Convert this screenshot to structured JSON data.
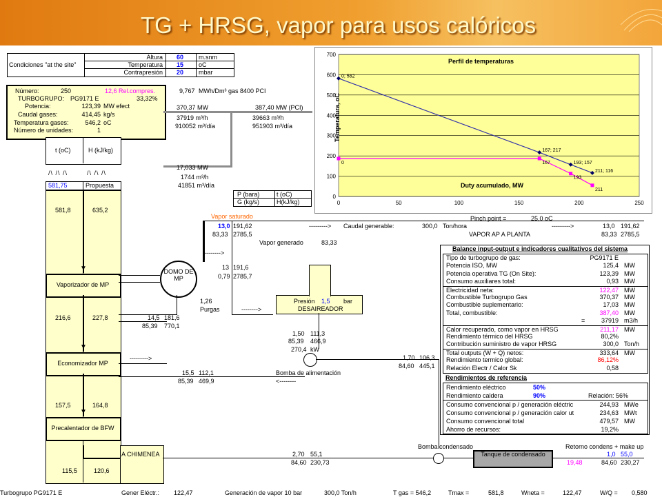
{
  "header": {
    "title": "TG + HRSG, vapor para usos calóricos"
  },
  "site": {
    "label": "Condiciones \"at the site\"",
    "rows": [
      {
        "name": "Altura",
        "value": "60",
        "unit": "m.snm"
      },
      {
        "name": "Temperatura",
        "value": "15",
        "unit": "oC"
      },
      {
        "name": "Contrapresión",
        "value": "20",
        "unit": "mbar"
      }
    ]
  },
  "turbo": {
    "numero_label": "Número:",
    "numero": "250",
    "rel": "12,6 Rel.compres.",
    "tg_label": "TURBOGRUPO:",
    "tg": "PG9171 E",
    "eff": "33,32%",
    "pot_label": "Potencia:",
    "pot": "123,39",
    "pot_unit": "MW efect",
    "caudal_label": "Caudal gases:",
    "caudal": "414,45",
    "caudal_unit": "kg/s",
    "tgas_label": "Temperatura gases:",
    "tgas": "546,2",
    "tgas_unit": "oC",
    "nu_label": "Número de unidades:",
    "nu": "1",
    "mwh": "9,767",
    "mwh_unit": "MWh/Dm³ gas 8400 PCI",
    "mw1": "370,37 MW",
    "mw2": "387,40 MW (PCI)",
    "m3h1": "37919  m³/h",
    "m3h2": "39663  m³/h",
    "dia1": "910052  m³/día",
    "dia2": "951903  m³/día"
  },
  "cols": {
    "t": "t (oC)",
    "h": "H (kJ/kg)"
  },
  "aux": {
    "mw": "17,033 MW",
    "m3h": "1744  m³/h",
    "dia": "41851  m³/día",
    "prop_val": "581,75",
    "prop_label": "Propuesta"
  },
  "legend": {
    "p": "P (bara)",
    "t": "t (oC)",
    "g": "G (kg/s)",
    "h": "H(kJ/kg)"
  },
  "chart_data": {
    "type": "line",
    "title": "Perfil de temperaturas",
    "xlabel": "Duty acumulado, MW",
    "ylabel": "Temperatura, oC",
    "xlim": [
      0,
      250
    ],
    "ylim": [
      0,
      700
    ],
    "xticks": [
      0,
      50,
      100,
      150,
      200,
      250
    ],
    "yticks": [
      0,
      100,
      200,
      300,
      400,
      500,
      600,
      700
    ],
    "grid": true,
    "series": [
      {
        "name": "",
        "color": "#3333aa",
        "x": [
          0,
          167,
          193,
          211
        ],
        "y": [
          582,
          217,
          157,
          116
        ],
        "labels": [
          "0; 582",
          "167; 217",
          "193; 157",
          "211; 116"
        ]
      },
      {
        "name": "",
        "color": "#ff00ff",
        "x": [
          0,
          167,
          193,
          211
        ],
        "y": [
          187,
          187,
          113,
          55
        ],
        "labels": [
          "0",
          "167",
          "193",
          "211"
        ]
      }
    ]
  },
  "flow": {
    "t1": "581,8",
    "h1": "635,2",
    "vap_sat": "Vapor saturado",
    "p_main": "13,0",
    "t_main": "191,62",
    "g_main": "83,33",
    "h_main": "2785,5",
    "arrow1": "--------->",
    "caudal_label": "Caudal generable:",
    "caudal_val": "300,0",
    "caudal_unit": "Ton/hora",
    "pinch_label": "Pinch point =",
    "pinch_val": "25,0 oC",
    "arrow2": "--------->",
    "p_out": "13,0",
    "t_out": "191,62",
    "vapor_ap": "VAPOR AP A PLANTA",
    "g_out": "83,33",
    "h_out": "2785,5",
    "vap_gen_label": "Vapor generado",
    "vap_gen": "83,33",
    "arrow3": "-------->",
    "domo_p": "13",
    "domo_t": "191,6",
    "domo_g": "0,79",
    "domo_h": "2785,7",
    "domo_label": "DOMO DE MP",
    "purg_val": "1,26",
    "purg_label": "Purgas",
    "arrow4": "-------->",
    "pres_label": "Presión",
    "pres_val": "1,5",
    "pres_unit": "bar",
    "desair": "DESAIREADOR",
    "vap_label": "Vaporizador de MP",
    "t2": "216,6",
    "h2": "227,8",
    "v1p": "14,5",
    "v1t": "181,6",
    "v1g": "85,39",
    "v1h": "770,1",
    "d1": "1,50",
    "d2": "111,3",
    "d3": "85,39",
    "d4": "466,9",
    "d5": "270,4",
    "d6": "kW",
    "arrow5": "--------->",
    "e1": "1,70",
    "e2": "106,3",
    "e3": "84,60",
    "e4": "445,1",
    "eco_label": "Economizador MP",
    "f1": "15,5",
    "f2": "112,1",
    "f3": "85,39",
    "f4": "469,9",
    "bomba_label": "Bomba de alimentación",
    "arrow6": "<--------",
    "t3": "157,5",
    "h3": "164,8",
    "pre_label": "Precalentador de BFW",
    "chim": "A CHIMENEA",
    "t4": "115,5",
    "h4": "120,6",
    "k1": "2,70",
    "k2": "55,1",
    "k3": "84,60",
    "k4": "230,73",
    "bomba_cond": "Bomba condensado",
    "ret_label": "Retorno condens + make up",
    "ret_p": "1,0",
    "ret_t": "55,0",
    "ret_g": "19,48",
    "ret_g2": "84,60",
    "ret_h": "230,27",
    "tanque": "Tanque de condensado"
  },
  "balance": {
    "title": "Balance input-output e indicadores cualitativos del sistema",
    "rows": [
      {
        "l": "Tipo de turbogrupo de gas:",
        "v": "PG9171 E",
        "u": "",
        "vc": ""
      },
      {
        "l": "Potencia ISO, MW",
        "v": "125,4",
        "u": "MW",
        "vc": ""
      },
      {
        "l": "Potencia operativa TG (On Site):",
        "v": "123,39",
        "u": "MW",
        "vc": ""
      },
      {
        "l": "Consumo auxiliares total:",
        "v": "0,93",
        "u": "MW",
        "vc": ""
      },
      {
        "l": "Electricidad neta:",
        "v": "122,47",
        "u": "MW",
        "vc": "pink"
      },
      {
        "l": "Combustible Turbogrupo Gas",
        "v": "370,37",
        "u": "MW",
        "vc": ""
      },
      {
        "l": "Combustible suplementario:",
        "v": "17,03",
        "u": "MW",
        "vc": ""
      },
      {
        "l": "Total, combustible:",
        "v": "387,40",
        "u": "MW",
        "vc": "pink"
      },
      {
        "l": "=",
        "v": "37919",
        "u": "m3/h",
        "vc": ""
      },
      {
        "l": "Calor recuperado, como vapor en HRSG",
        "v": "211,17",
        "u": "MW",
        "vc": "pink"
      },
      {
        "l": "Rendimiento térmico del HRSG",
        "v": "80,2%",
        "u": "",
        "vc": ""
      },
      {
        "l": "Contribución suministro de vapor HRSG",
        "v": "300,0",
        "u": "Ton/h",
        "vc": ""
      },
      {
        "l": "Total outputs (W + Q) netos:",
        "v": "333,64",
        "u": "MW",
        "vc": ""
      },
      {
        "l": "Rendimiento termico global:",
        "v": "86,12%",
        "u": "",
        "vc": "red"
      },
      {
        "l": "Relación Electr / Calor  Sk",
        "v": "0,58",
        "u": "",
        "vc": ""
      }
    ],
    "ref_title": "Rendimientos de referencia",
    "ref_rows": [
      {
        "l": "Rendimiento eléctrico",
        "v": "50%",
        "extra": ""
      },
      {
        "l": "Rendimiento caldera",
        "v": "90%",
        "extra": "Relación:     56%"
      }
    ],
    "cons_rows": [
      {
        "l": "Consumo convencional p / generación eléctric",
        "v": "244,93",
        "u": "MWe"
      },
      {
        "l": "Consumo convencional p / generación calor ut",
        "v": "234,63",
        "u": "MWt"
      },
      {
        "l": "Consumo convencional total",
        "v": "479,57",
        "u": "MW"
      },
      {
        "l": "Ahorro de recursos:",
        "v": "19,2%",
        "u": ""
      }
    ]
  },
  "footer": {
    "items": [
      "Turbogrupo PG9171 E",
      "Gener Eléctr.:",
      "122,47",
      "Generación de vapor 10 bar",
      "300,0  Ton/h",
      "T gas =   546,2",
      "Tmax =",
      "581,8",
      "Wneta =",
      "122,47",
      "W/Q =",
      "0,580"
    ]
  }
}
